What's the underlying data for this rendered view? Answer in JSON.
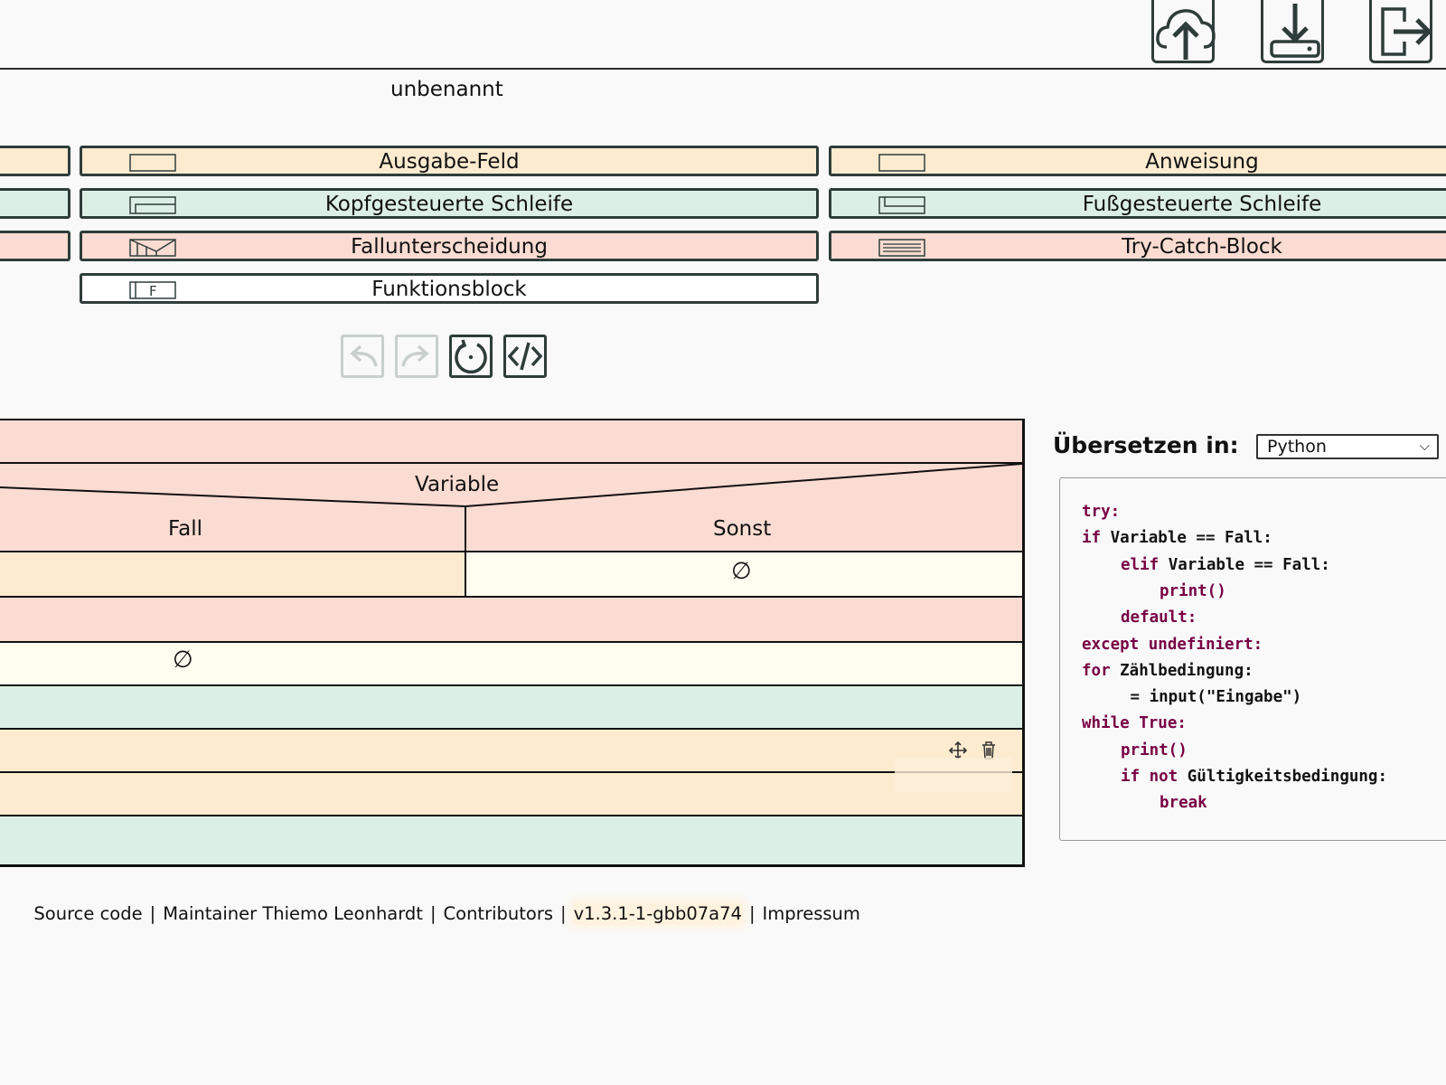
{
  "header": {
    "icons": [
      "cloud-upload-icon",
      "download-icon",
      "export-icon"
    ],
    "title": "unbenannt"
  },
  "toolbox": {
    "items": [
      {
        "label": "Ausgabe-Feld",
        "icon": "output-field-icon",
        "color": "#fdebd0"
      },
      {
        "label": "Anweisung",
        "icon": "statement-icon",
        "color": "#fdebd0"
      },
      {
        "label": "Kopfgesteuerte Schleife",
        "icon": "head-loop-icon",
        "color": "#dcefe6"
      },
      {
        "label": "Fußgesteuerte Schleife",
        "icon": "foot-loop-icon",
        "color": "#dcefe6"
      },
      {
        "label": "Fallunterscheidung",
        "icon": "case-icon",
        "color": "#fbdcd2"
      },
      {
        "label": "Try-Catch-Block",
        "icon": "try-catch-icon",
        "color": "#fbdcd2"
      },
      {
        "label": "Funktionsblock",
        "icon": "function-icon",
        "color": "#ffffff"
      }
    ]
  },
  "controls": {
    "buttons": [
      {
        "icon": "undo-icon",
        "enabled": false
      },
      {
        "icon": "redo-icon",
        "enabled": false
      },
      {
        "icon": "reset-icon",
        "enabled": true
      },
      {
        "icon": "code-icon",
        "enabled": true
      }
    ]
  },
  "diagram": {
    "condition": "Variable",
    "case_label": "Fall",
    "else_label": "Sonst",
    "empty_symbol": "∅",
    "row_icons": [
      "move-icon",
      "trash-icon"
    ]
  },
  "translate": {
    "label": "Übersetzen in:",
    "language": "Python",
    "code_lines": [
      {
        "indent": 0,
        "kw": "try:",
        "rest": ""
      },
      {
        "indent": 0,
        "kw": "if",
        "rest": " Variable == Fall:"
      },
      {
        "indent": 1,
        "kw": "elif",
        "rest": " Variable == Fall:"
      },
      {
        "indent": 2,
        "kw": "print()",
        "rest": ""
      },
      {
        "indent": 1,
        "kw": "default:",
        "rest": ""
      },
      {
        "indent": 0,
        "kw": "except undefiniert:",
        "rest": ""
      },
      {
        "indent": 0,
        "kw": "for",
        "rest": " Zählbedingung:"
      },
      {
        "indent": 1,
        "kw": "",
        "rest": " = input(\"Eingabe\")"
      },
      {
        "indent": 0,
        "kw": "while True:",
        "rest": ""
      },
      {
        "indent": 1,
        "kw": "print()",
        "rest": ""
      },
      {
        "indent": 1,
        "kw": "if not",
        "rest": " Gültigkeitsbedingung:"
      },
      {
        "indent": 2,
        "kw": "break",
        "rest": ""
      }
    ]
  },
  "footer": {
    "links": [
      "Source code",
      "Maintainer Thiemo Leonhardt",
      "Contributors",
      "v1.3.1-1-gbb07a74",
      "Impressum"
    ],
    "separator": "|"
  }
}
